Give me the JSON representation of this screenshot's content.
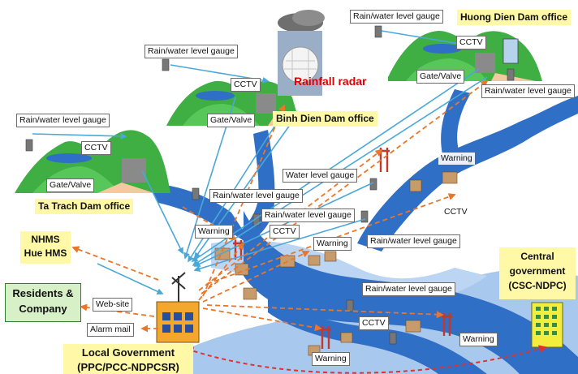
{
  "labels": {
    "rain_gauge": "Rain/water level gauge",
    "water_gauge": "Water level gauge",
    "cctv": "CCTV",
    "gate_valve": "Gate/Valve",
    "warning": "Warning",
    "website": "Web-site",
    "alarm_mail": "Alarm mail"
  },
  "offices": {
    "huong_dien": "Huong Dien Dam office",
    "binh_dien": "Binh Dien Dam office",
    "ta_trach": "Ta Trach Dam office"
  },
  "rainfall_radar": "Rainfall radar",
  "nhms": {
    "line1": "NHMS",
    "line2": "Hue HMS"
  },
  "residents": {
    "line1": "Residents &",
    "line2": "Company"
  },
  "central_gov": {
    "line1": "Central",
    "line2": "government",
    "line3": "(CSC-NDPC)"
  },
  "local_gov": {
    "line1": "Local Government",
    "line2": "(PPC/PCC-NDPCSR)"
  },
  "colors": {
    "river": "#2f6fc6",
    "flood": "#a9c8ee",
    "mountain": "#3fae43",
    "data_link": "#4aa8d8",
    "alert_link": "#e8762b",
    "office_bg": "#fff8a6",
    "radar_text": "#e00000",
    "residents_bg": "#d7f0c8"
  }
}
